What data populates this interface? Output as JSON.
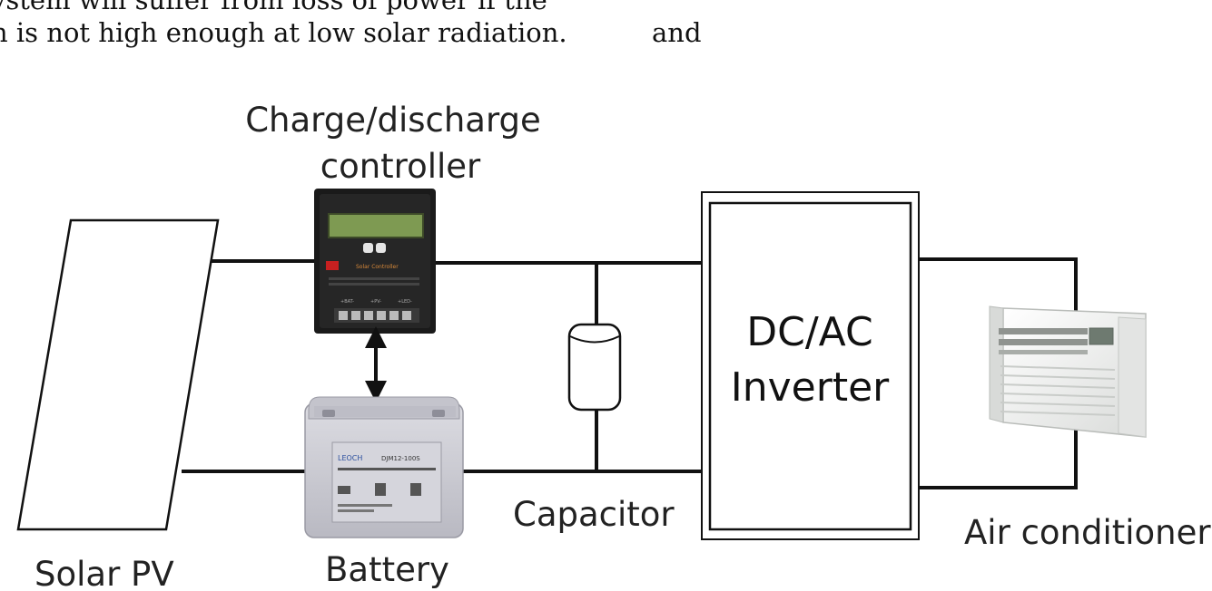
{
  "text_above": {
    "line1": "ystem will suffer from loss of power if the",
    "line2": "n is not high enough at low solar radiation.",
    "trailing_word": "and"
  },
  "labels": {
    "controller_line1": "Charge/discharge",
    "controller_line2": "controller",
    "solar_pv": "Solar PV",
    "battery": "Battery",
    "capacitor": "Capacitor",
    "inverter_line1": "DC/AC",
    "inverter_line2": "Inverter",
    "air_conditioner": "Air conditioner"
  },
  "device_text": {
    "controller_brand": "Solar Controller",
    "controller_terminals": [
      "+BAT-",
      "+PV-",
      "+LED-"
    ],
    "battery_model": "DJM12-100S",
    "battery_brand": "LEOCH"
  },
  "colors": {
    "wire": "#111111",
    "controller_body": "#1a1a1a",
    "controller_lcd": "#7e9a52",
    "controller_badge": "#c82020",
    "battery_body": "#cfcfd6",
    "ac_body": "#f0f1f0"
  }
}
